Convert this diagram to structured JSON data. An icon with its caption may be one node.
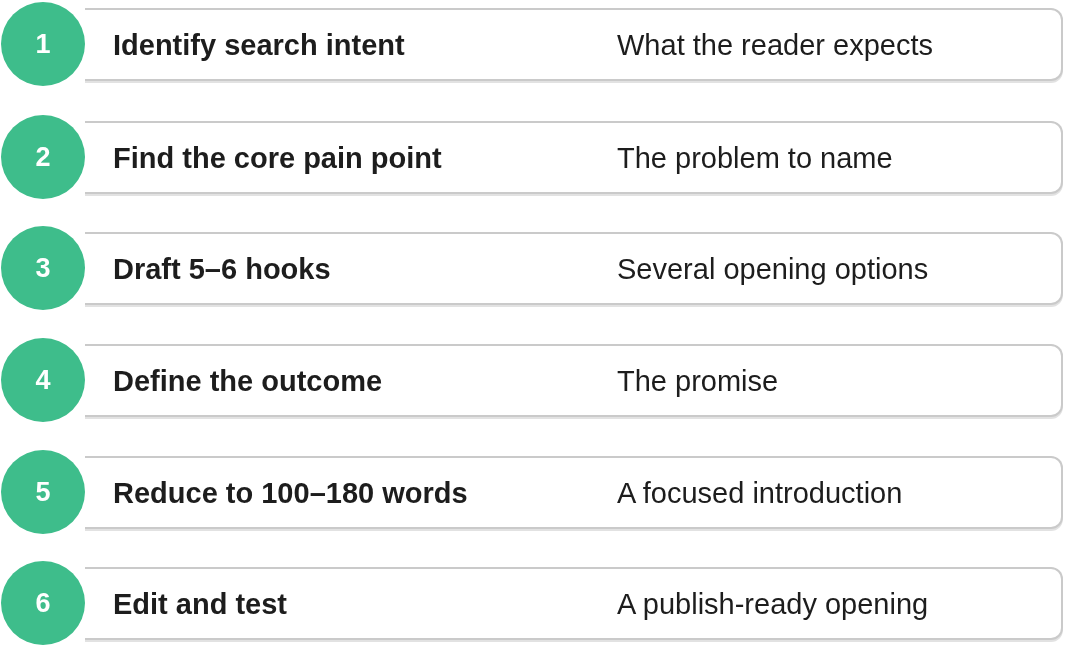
{
  "diagram": {
    "nodes": [
      {
        "text": [
          "1"
        ]
      },
      {
        "text": [
          "Identify search intent",
          "What the reader expects"
        ]
      },
      {
        "text": [
          "2"
        ]
      },
      {
        "text": [
          "Find the core pain point",
          "The problem to name"
        ]
      },
      {
        "text": [
          "3"
        ]
      },
      {
        "text": [
          "Draft 5–6 hooks",
          "Several opening options"
        ]
      },
      {
        "text": [
          "4"
        ]
      },
      {
        "text": [
          "Define the outcome",
          "The promise"
        ]
      },
      {
        "text": [
          "5"
        ]
      },
      {
        "text": [
          "Reduce to 100–180 words",
          "A focused introduction"
        ]
      },
      {
        "text": [
          "6"
        ]
      },
      {
        "text": [
          "Edit and test",
          "A publish-ready opening"
        ]
      }
    ]
  }
}
